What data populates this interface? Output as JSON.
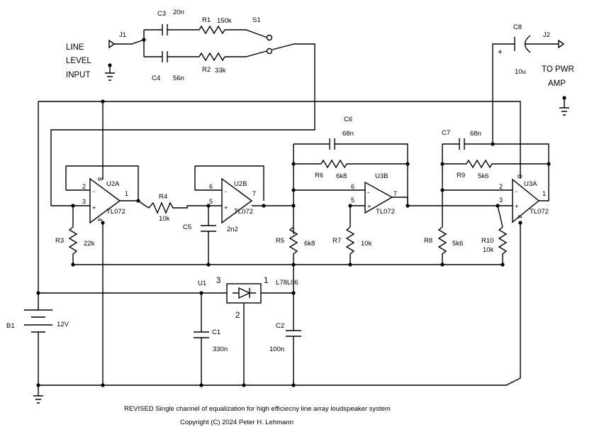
{
  "input": {
    "line1": "LINE",
    "line2": "LEVEL",
    "line3": "INPUT"
  },
  "output": {
    "line1": "TO PWR",
    "line2": "AMP"
  },
  "connectors": {
    "j1": "J1",
    "j2": "J2"
  },
  "switch": {
    "name": "S1"
  },
  "components": {
    "c3": {
      "name": "C3",
      "value": "20n"
    },
    "c4": {
      "name": "C4",
      "value": "56n"
    },
    "r1": {
      "name": "R1",
      "value": "150k"
    },
    "r2": {
      "name": "R2",
      "value": "33k"
    },
    "c8": {
      "name": "C8",
      "value": "10u"
    },
    "c6": {
      "name": "C6",
      "value": "68n"
    },
    "c7": {
      "name": "C7",
      "value": "68n"
    },
    "r6": {
      "name": "R6",
      "value": "6k8"
    },
    "r9": {
      "name": "R9",
      "value": "5k6"
    },
    "r4": {
      "name": "R4",
      "value": "10k"
    },
    "c5": {
      "name": "C5",
      "value": "2n2"
    },
    "r3": {
      "name": "R3",
      "value": "22k"
    },
    "r5": {
      "name": "R5",
      "value": "6k8"
    },
    "r7": {
      "name": "R7",
      "value": "10k"
    },
    "r8": {
      "name": "R8",
      "value": "5k6"
    },
    "r10": {
      "name": "R10",
      "value": "10k"
    },
    "c1": {
      "name": "C1",
      "value": "330n"
    },
    "c2": {
      "name": "C2",
      "value": "100n"
    },
    "b1": {
      "name": "B1",
      "value": "12V"
    }
  },
  "opamps": {
    "u2a": {
      "name": "U2A",
      "part": "TL072"
    },
    "u2b": {
      "name": "U2B",
      "part": "TL072"
    },
    "u3b": {
      "name": "U3B",
      "part": "TL072"
    },
    "u3a": {
      "name": "U3A",
      "part": "TL072"
    }
  },
  "pins": {
    "p1": "1",
    "p2": "2",
    "p3": "3",
    "p4": "4",
    "p5": "5",
    "p6": "6",
    "p7": "7",
    "p8": "8",
    "plus": "+",
    "minus": "-"
  },
  "regulator": {
    "name": "U1",
    "part": "L78L06",
    "pin1": "1",
    "pin2": "2",
    "pin3": "3"
  },
  "footer": {
    "caption": "REVISED Single channel of equalization for high efficiecny line array loudspeaker system",
    "copyright": "Copyright (C) 2024 Peter H. Lehmann"
  }
}
